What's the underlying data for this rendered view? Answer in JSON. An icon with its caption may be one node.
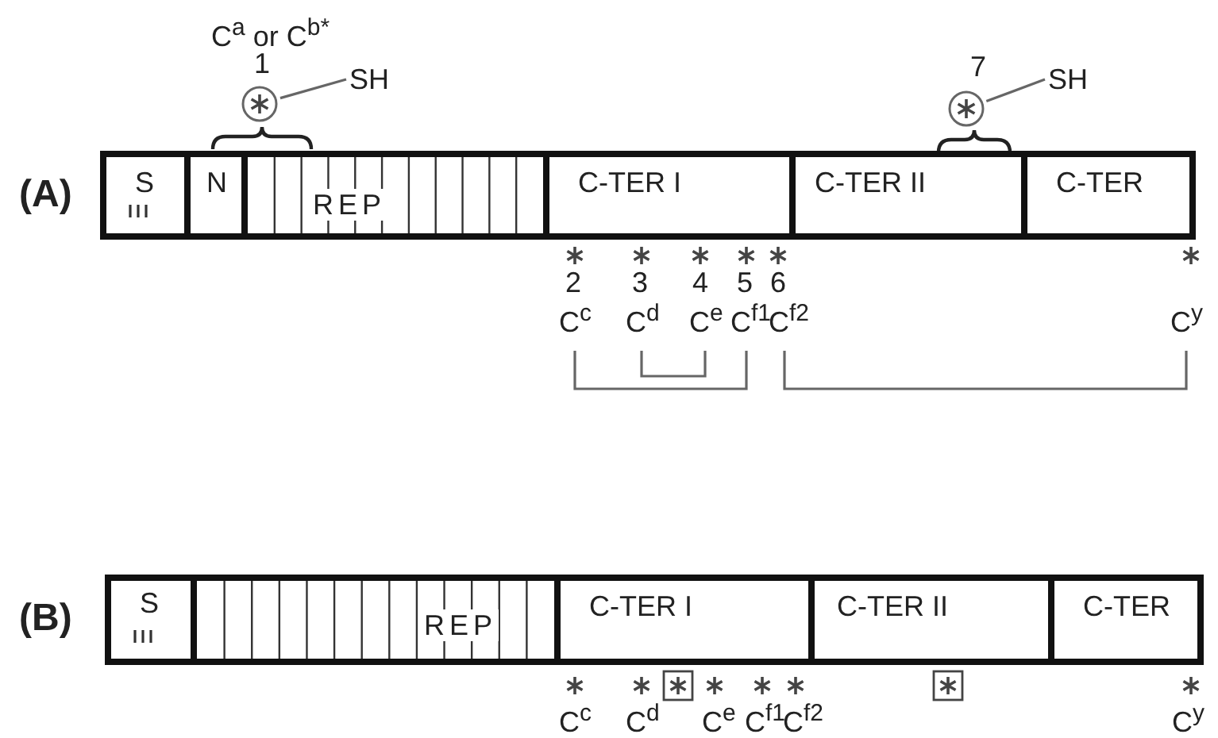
{
  "diagram": {
    "nodes": [
      {
        "text": [
          "S"
        ]
      },
      {
        "text": [
          "N"
        ]
      },
      {
        "text": [
          "REP"
        ]
      },
      {
        "text": [
          "C-TER I"
        ]
      },
      {
        "text": [
          "C-TER II"
        ]
      },
      {
        "text": [
          "C-TER"
        ]
      },
      {
        "text": [
          "S"
        ]
      },
      {
        "text": [
          "REP"
        ]
      },
      {
        "text": [
          "C-TER I"
        ]
      },
      {
        "text": [
          "C-TER II"
        ]
      },
      {
        "text": [
          "C-TER"
        ]
      },
      {
        "text": [
          "C$^{c}$"
        ]
      },
      {
        "text": [
          "C$^{d}$"
        ]
      },
      {
        "text": [
          "C$^{e}$"
        ]
      },
      {
        "text": [
          "C$^{f1}$"
        ]
      },
      {
        "text": [
          "C$^{f2}$"
        ]
      },
      {
        "text": [
          "C$^{y}$"
        ]
      },
      {
        "text": [
          "SH"
        ]
      },
      {
        "text": [],
        "shape": "circle"
      },
      {
        "text": [
          "SH"
        ]
      },
      {
        "text": [],
        "shape": "circle"
      }
    ],
    "edges": [
      {
        "from": 11,
        "to": 14,
        "arrow": "none"
      },
      {
        "from": 12,
        "to": 13,
        "arrow": "none"
      },
      {
        "from": 15,
        "to": 16,
        "arrow": "none"
      },
      {
        "from": 17,
        "to": 18,
        "arrow": "none"
      },
      {
        "from": 19,
        "to": 20,
        "arrow": "none"
      }
    ],
    "labels": [
      "C$^{a}$ or C$^{b*}$",
      "1",
      "7",
      "(A)",
      "2",
      "3",
      "4",
      "5",
      "6",
      "(B)",
      "C$^{c}$",
      "C$^{d}$",
      "C$^{e}$",
      "C$^{f1}$",
      "C$^{f2}$",
      "C$^{y}$"
    ]
  }
}
